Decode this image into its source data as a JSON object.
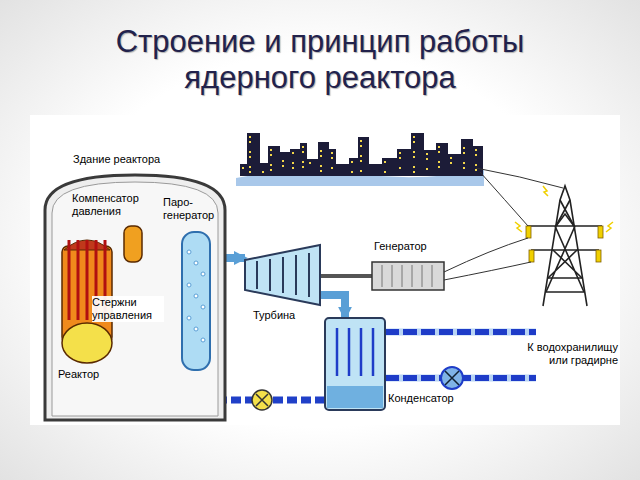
{
  "diagram": {
    "title": "Строение и принцип работы ядерного реактора",
    "nodes": [
      {
        "text": [
          "Здание реактора"
        ]
      },
      {
        "text": [
          "Реактор"
        ],
        "in": 0
      },
      {
        "text": [
          "Компенсатор давления"
        ],
        "in": 0
      },
      {
        "text": [
          "Паро- генератор"
        ],
        "in": 0
      },
      {
        "text": [
          "Турбина"
        ]
      },
      {
        "text": [
          "Генератор"
        ]
      },
      {
        "text": [
          "Конденсатор"
        ]
      }
    ],
    "edges": [
      {
        "from": 1,
        "to": 3,
        "arrow": "to"
      },
      {
        "from": 3,
        "to": 1,
        "arrow": "to"
      },
      {
        "from": 2,
        "to": 1,
        "arrow": "none"
      },
      {
        "from": 3,
        "to": 4,
        "arrow": "to"
      },
      {
        "from": 4,
        "to": 5,
        "arrow": "none"
      },
      {
        "from": 4,
        "to": 6,
        "arrow": "to"
      },
      {
        "from": 6,
        "to": 3,
        "arrow": "to"
      }
    ],
    "labels": [
      "Стержни управления",
      "К водохранилищу или градирне"
    ]
  }
}
